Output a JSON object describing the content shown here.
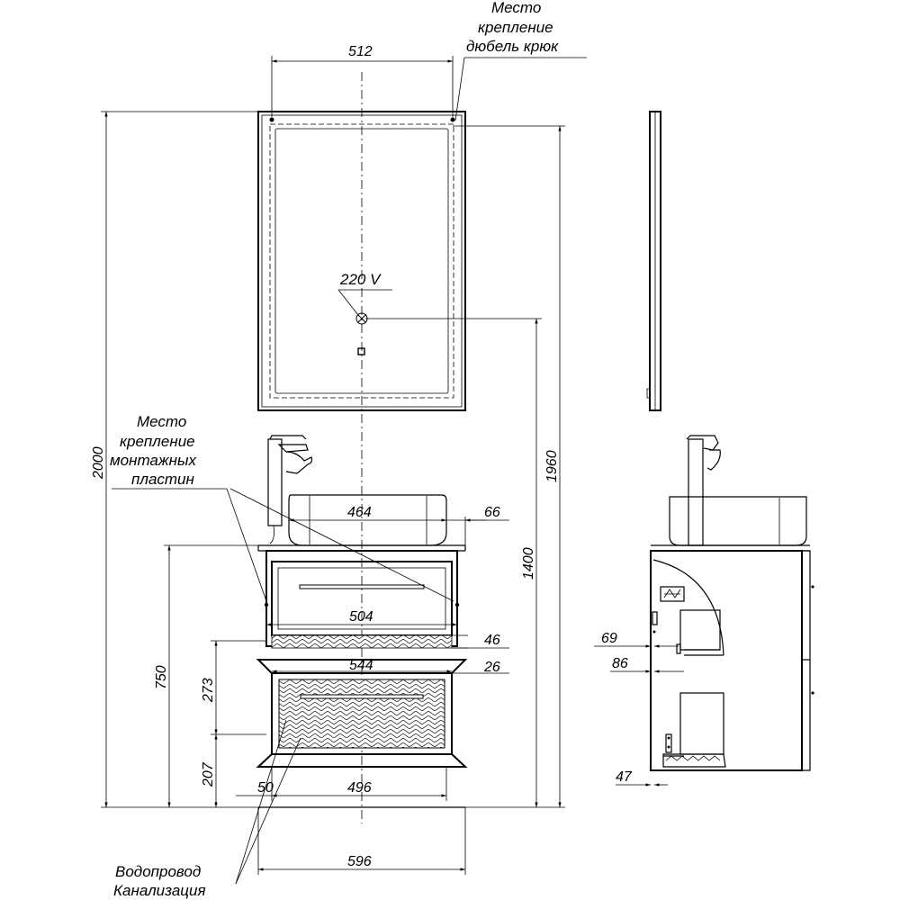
{
  "labels": {
    "mirror_mount": [
      "Место",
      "крепление",
      "дюбель крюк"
    ],
    "plate_mount": [
      "Место",
      "крепление",
      "монтажных",
      "пластин"
    ],
    "power": "220 V",
    "utilities": [
      "Водопровод",
      "Канализация"
    ]
  },
  "dimensions": {
    "mirror_hook_spacing": "512",
    "total_height": "2000",
    "mirror_top_height": "1960",
    "power_outlet_height": "1400",
    "cabinet_height": "750",
    "bowl_width": "464",
    "bowl_offset": "66",
    "plate_spacing": "504",
    "drawer_gap_46": "46",
    "inner_width": "544",
    "drawer_gap_26": "26",
    "lower_273": "273",
    "lower_207": "207",
    "left_offset": "50",
    "pipe_spacing": "496",
    "total_width": "596",
    "side_69": "69",
    "side_86": "86",
    "side_47": "47"
  }
}
